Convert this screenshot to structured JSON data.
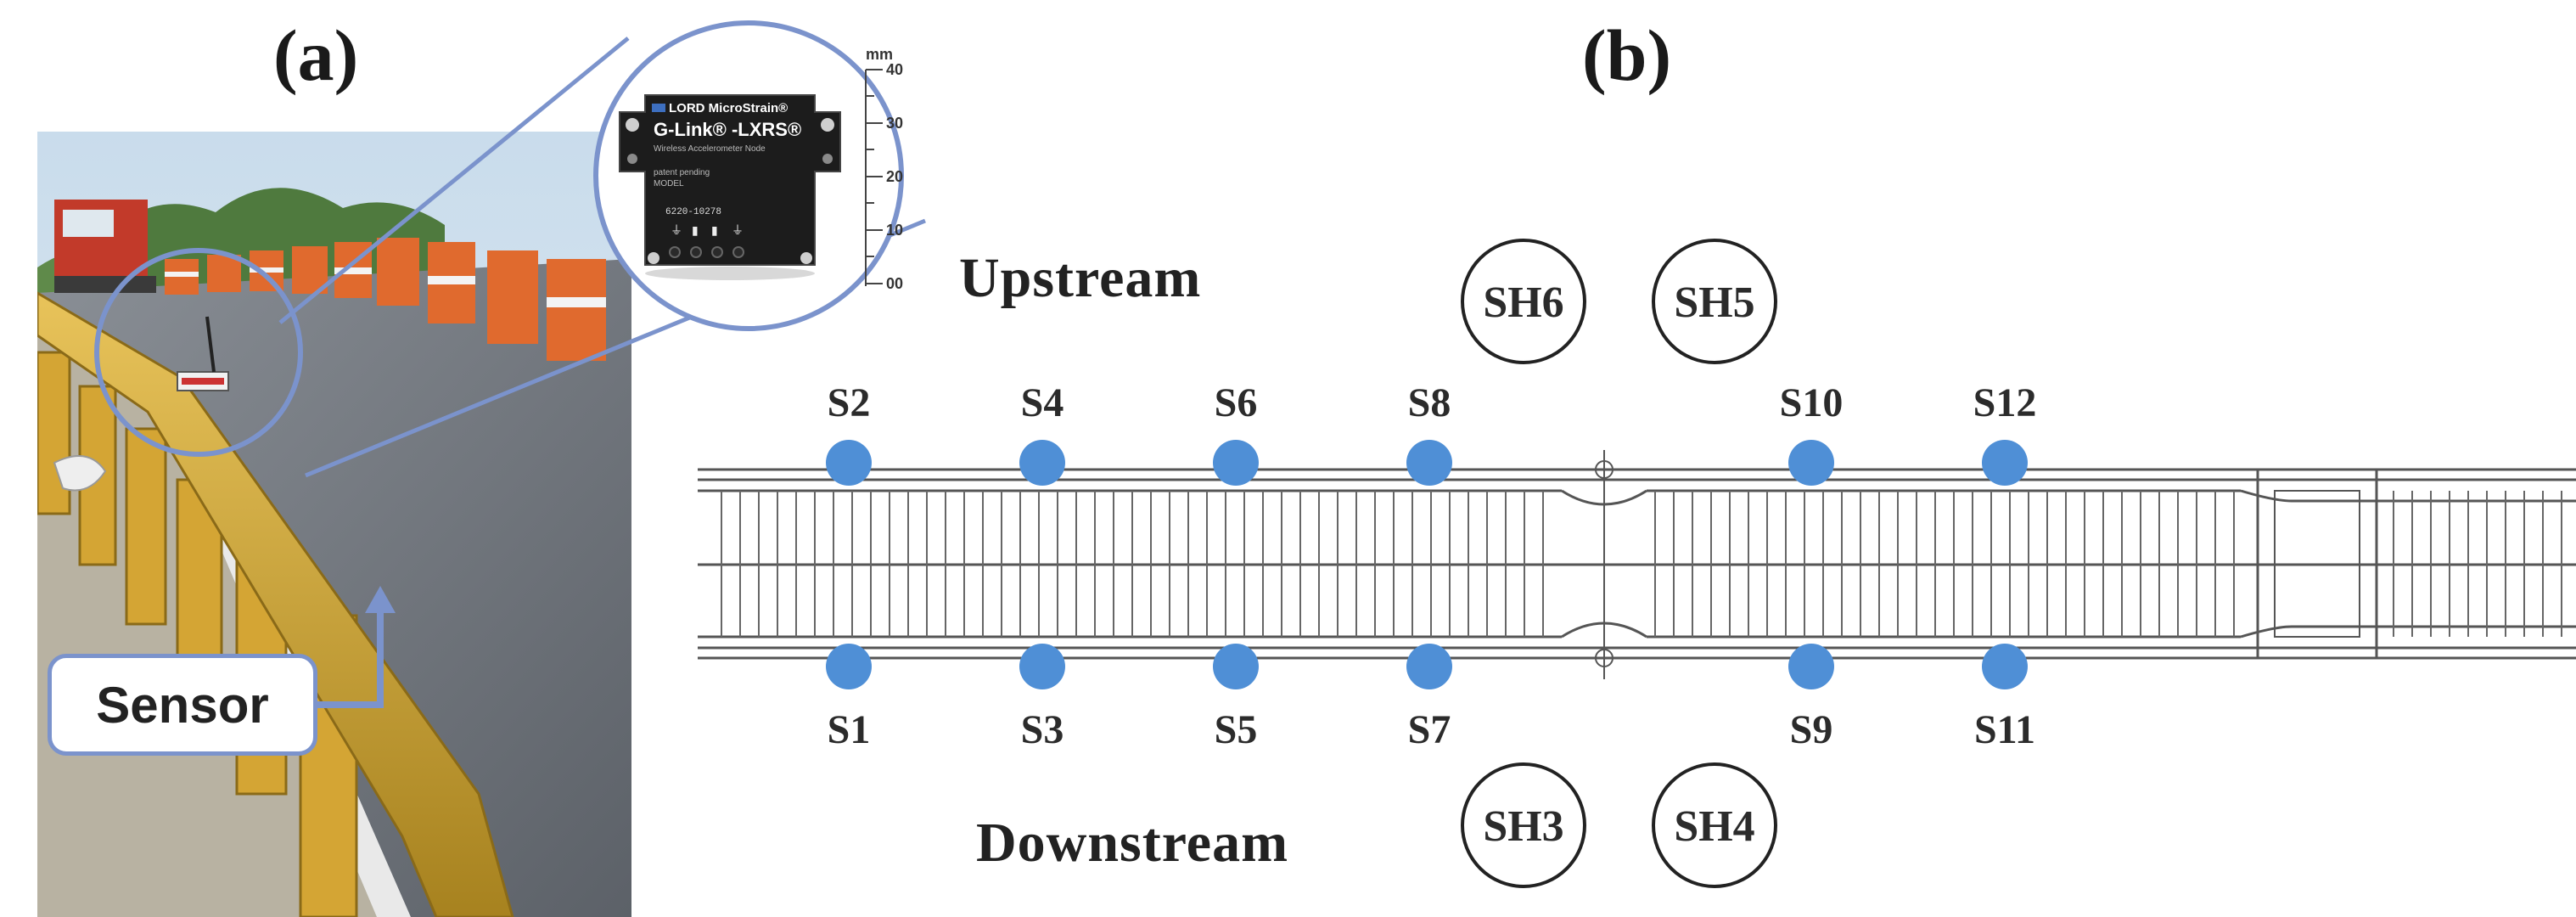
{
  "panel_a": {
    "label": "(a)",
    "callout": "Sensor",
    "device": {
      "brand": "LORD MicroStrain®",
      "model": "G-Link® -LXRS®",
      "subtitle": "Wireless Accelerometer Node",
      "patent": "patent pending",
      "part": "MODEL",
      "serial": "6220-10278",
      "scale_unit": "mm",
      "scale_ticks": [
        "40",
        "30",
        "20",
        "10",
        "00"
      ]
    }
  },
  "panel_b": {
    "label": "(b)",
    "upstream": "Upstream",
    "downstream": "Downstream",
    "sensors_top": [
      "S2",
      "S4",
      "S6",
      "S8",
      "S10",
      "S12"
    ],
    "sensors_bottom": [
      "S1",
      "S3",
      "S5",
      "S7",
      "S9",
      "S11"
    ],
    "shakers_top": [
      "SH6",
      "SH5"
    ],
    "shakers_bottom": [
      "SH3",
      "SH4"
    ],
    "colors": {
      "sensor_dot": "#4f8fd6",
      "callout_border": "#7b93cc",
      "guardrail": "#d9b24a"
    }
  }
}
